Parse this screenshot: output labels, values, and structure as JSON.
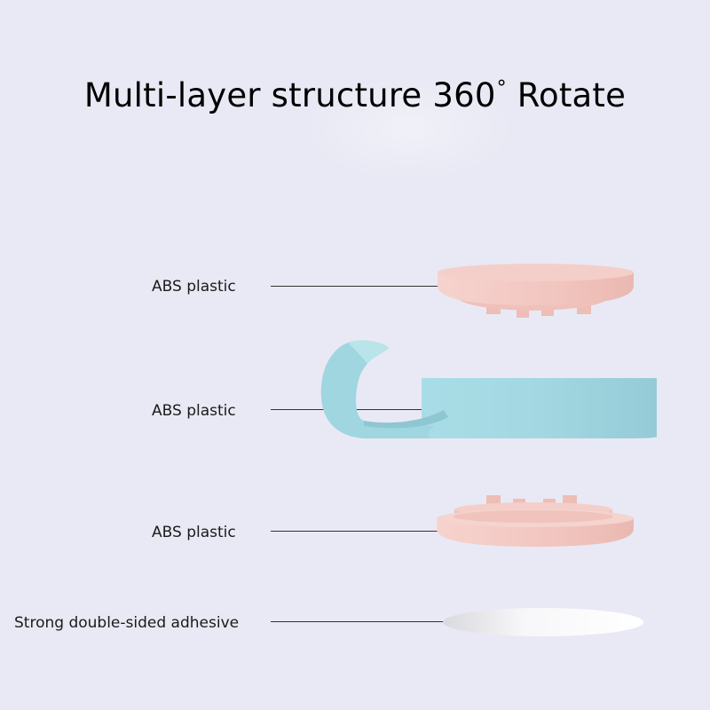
{
  "title": {
    "main": "Multi-layer structure 360",
    "degree": "°",
    "end": "Rotate"
  },
  "layers": [
    {
      "label": "ABS plastic",
      "material_color": "#f2c7c1"
    },
    {
      "label": "ABS plastic",
      "material_color": "#9fd6e0"
    },
    {
      "label": "ABS plastic",
      "material_color": "#f2c7c1"
    },
    {
      "label": "Strong double-sided adhesive",
      "material_color": "#f4f4f6"
    }
  ],
  "colors": {
    "background": "#e9e9f5",
    "pink": "#f2c7c1",
    "blue": "#9fd6e0",
    "adhesive": "#f4f4f6"
  }
}
